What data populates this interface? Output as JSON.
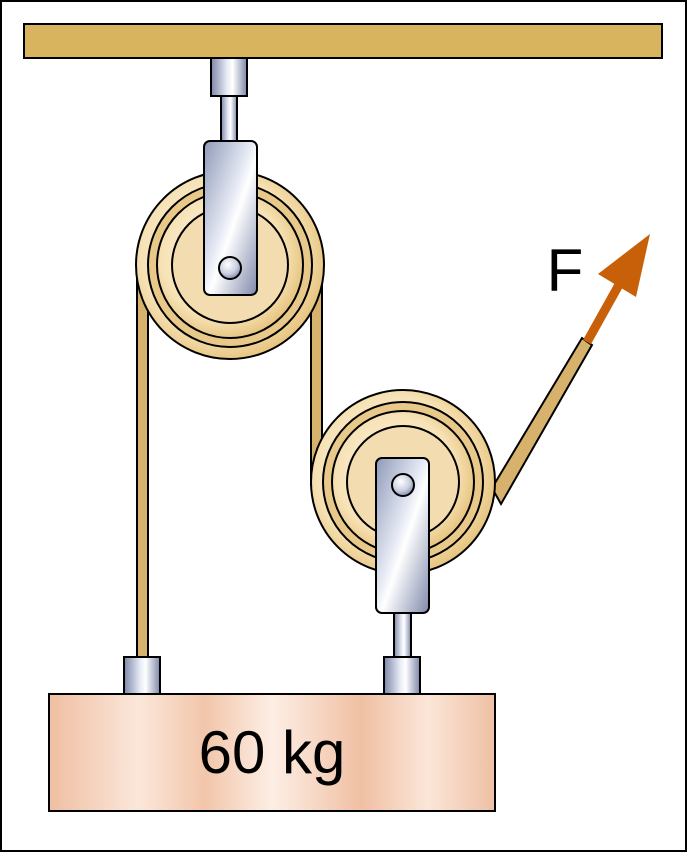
{
  "diagram": {
    "type": "pulley-system",
    "force_label": "F",
    "mass_label": "60 kg",
    "colors": {
      "ceiling": "#d8b45e",
      "rope": "#d6b26c",
      "force_arrow": "#c8600a",
      "block": "#f1c7ad",
      "pulley_rim": "#e6c98b",
      "bracket": "#9ba6c4"
    }
  }
}
